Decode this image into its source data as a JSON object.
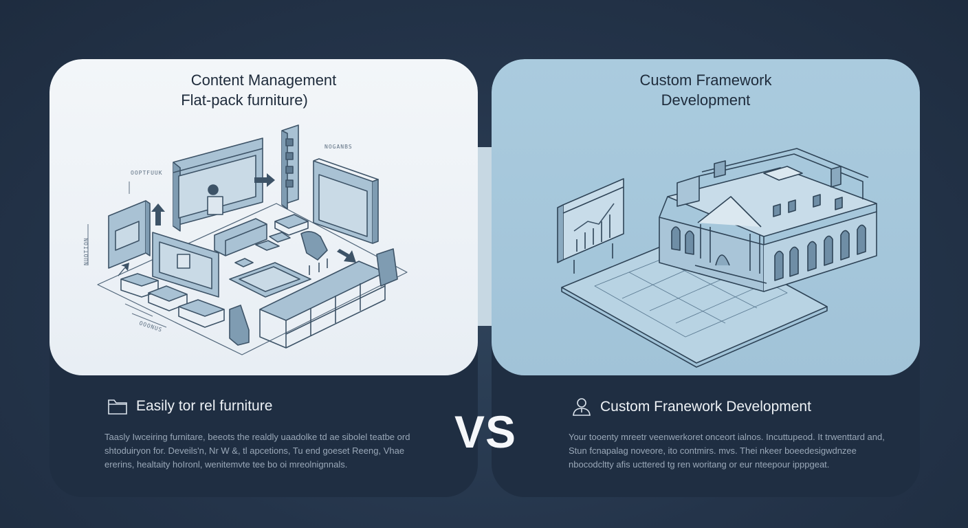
{
  "left_card": {
    "title_line1": "Content Management",
    "title_line2": "Flat-pack furniture)",
    "illustration_labels": [
      "OOPTFUUK",
      "NOGANBS",
      "NUOTION",
      "OOONUS"
    ],
    "feature_icon": "folder-icon",
    "feature_label": "Easily tor rel furniture",
    "description": "Taasly Iwceiring furnitare, beeots the realdly uaadolke td ae sibolel teatbe ord shtoduiryon for. Deveils'n, Nr W &, tl apcetions, Tu end goeset Reeng, Vhae ererins, healtaity hoIronl, wenitemvte tee bo oi mreolnignnals."
  },
  "right_card": {
    "title_line1": "Custom Framework",
    "title_line2": "Development",
    "feature_icon": "person-icon",
    "feature_label": "Custom Franework Development",
    "description": "Your tooenty mreetr veenwerkoret onceort ialnos. Incuttupeod. It trwenttard and, Stun fcnapalag noveore, ito contmirs. mvs. Thei nkeer boeedesigwdnzee nbocodcltty afis ucttered tg ren woritang or eur nteepour ipppgeat."
  },
  "vs_label": "VS",
  "colors": {
    "page_background": "#24344a",
    "left_panel": "#eef2f6",
    "right_panel": "#a6c7dc",
    "line_art": "#3d5367",
    "fill_light": "#9ebbd0",
    "text_light": "#eef2f6",
    "text_muted": "#9aa8b8"
  }
}
